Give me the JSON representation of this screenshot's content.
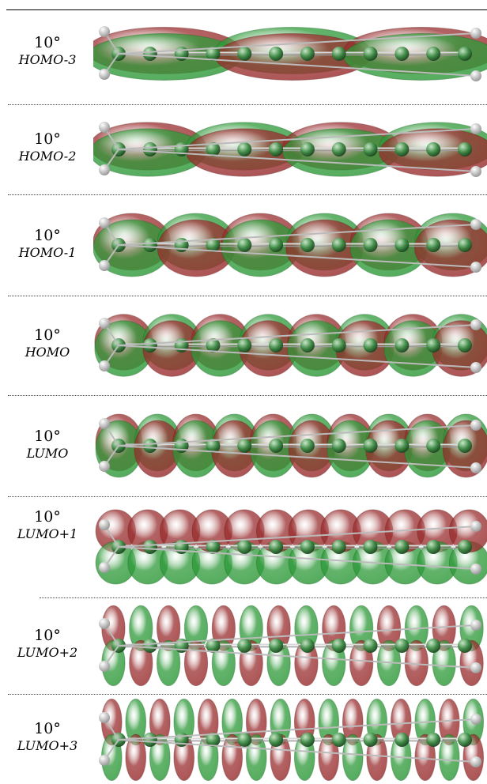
{
  "rows": [
    {
      "angle": "10°",
      "orbital": "HOMO-3"
    },
    {
      "angle": "10°",
      "orbital": "HOMO-2"
    },
    {
      "angle": "10°",
      "orbital": "HOMO-1"
    },
    {
      "angle": "10°",
      "orbital": "HOMO"
    },
    {
      "angle": "10°",
      "orbital": "LUMO"
    },
    {
      "angle": "10°",
      "orbital": "LUMO+1"
    },
    {
      "angle": "10°",
      "orbital": "LUMO+2"
    },
    {
      "angle": "10°",
      "orbital": "LUMO+3"
    }
  ],
  "colors": {
    "positive_lobe": "#2f9a3a",
    "negative_lobe": "#9a2f30",
    "carbon_atom": "#3c8a44",
    "hydrogen_atom": "#e8e8e8",
    "bond": "#d9d9d9"
  }
}
